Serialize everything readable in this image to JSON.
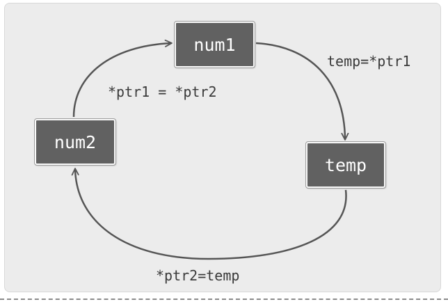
{
  "nodes": {
    "num1": "num1",
    "num2": "num2",
    "temp": "temp"
  },
  "edges": {
    "num1_to_temp": "temp=*ptr1",
    "num2_to_num1": "*ptr1 = *ptr2",
    "temp_to_num2": "*ptr2=temp"
  },
  "colors": {
    "panel_background": "#ececec",
    "node_fill": "#616161",
    "node_text": "#ffffff",
    "arrow": "#555555",
    "label_text": "#3a3a3a"
  }
}
